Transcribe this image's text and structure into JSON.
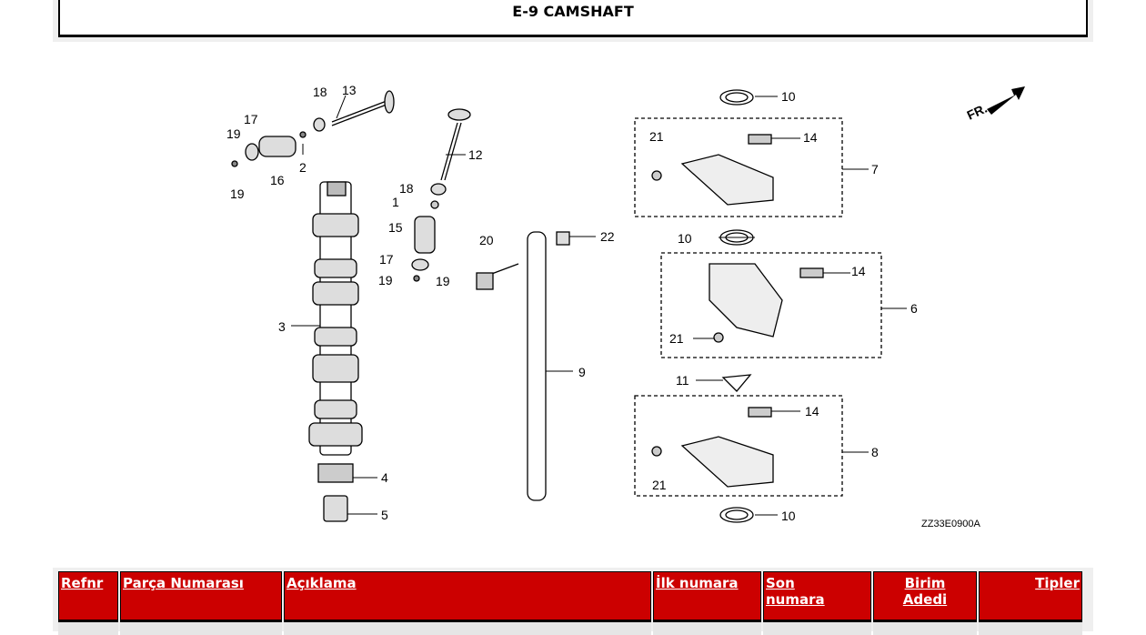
{
  "title": "E-9 CAMSHAFT",
  "diagram": {
    "code": "ZZ33E0900A",
    "front_label": "FR.",
    "callouts": [
      "18",
      "13",
      "17",
      "19",
      "16",
      "2",
      "19",
      "12",
      "18",
      "1",
      "15",
      "17",
      "19",
      "19",
      "20",
      "22",
      "3",
      "9",
      "4",
      "5",
      "10",
      "21",
      "14",
      "7",
      "10",
      "14",
      "6",
      "21",
      "11",
      "14",
      "8",
      "21",
      "10"
    ]
  },
  "table": {
    "headers": [
      "Refnr",
      "Parça Numarası",
      "Açıklama",
      "İlk numara",
      "Son numara",
      "Birim Adedi",
      "Tipler"
    ]
  },
  "colors": {
    "header_bg": "#cc0000",
    "header_text": "#ffffff"
  }
}
